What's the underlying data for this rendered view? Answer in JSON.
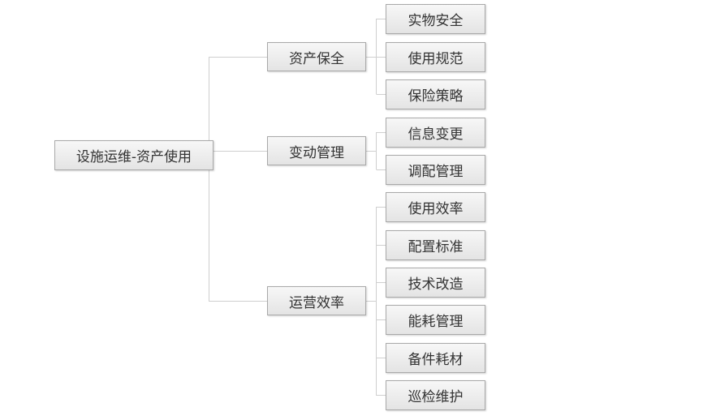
{
  "root": {
    "label": "设施运维-资产使用"
  },
  "categories": [
    {
      "label": "资产保全",
      "children": [
        "实物安全",
        "使用规范",
        "保险策略"
      ]
    },
    {
      "label": "变动管理",
      "children": [
        "信息变更",
        "调配管理"
      ]
    },
    {
      "label": "运营效率",
      "children": [
        "使用效率",
        "配置标准",
        "技术改造",
        "能耗管理",
        "备件耗材",
        "巡检维护"
      ]
    }
  ],
  "colors": {
    "line": "#cfcfcf",
    "border": "#a9a9a9",
    "fill_top": "#f7f7f7",
    "fill_bottom": "#e4e4e4",
    "text": "#333333"
  }
}
